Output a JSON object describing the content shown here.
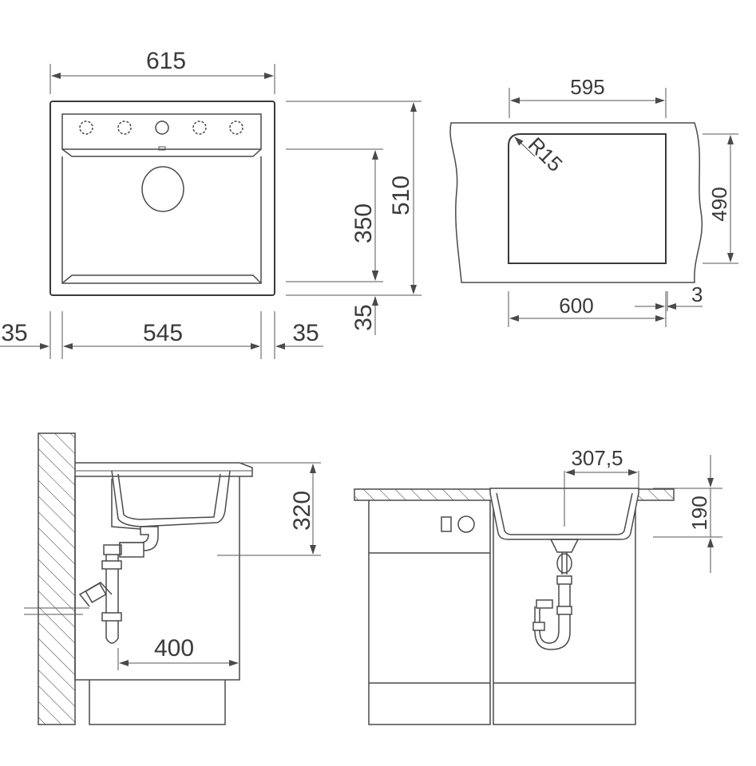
{
  "top_view": {
    "width_overall": "615",
    "height_overall": "510",
    "bowl_height": "350",
    "margin_bottom": "35",
    "margin_left": "35",
    "bowl_width": "545",
    "margin_right": "35"
  },
  "cutout_view": {
    "width_inner": "595",
    "radius": "R15",
    "height": "490",
    "width_outer": "600",
    "tolerance": "3"
  },
  "side_view": {
    "depth": "320",
    "cabinet_width": "400"
  },
  "front_view": {
    "center_offset": "307,5",
    "bowl_depth": "190"
  },
  "colors": {
    "line": "#4a4a4a",
    "text": "#3a3a3a",
    "background": "#ffffff"
  }
}
